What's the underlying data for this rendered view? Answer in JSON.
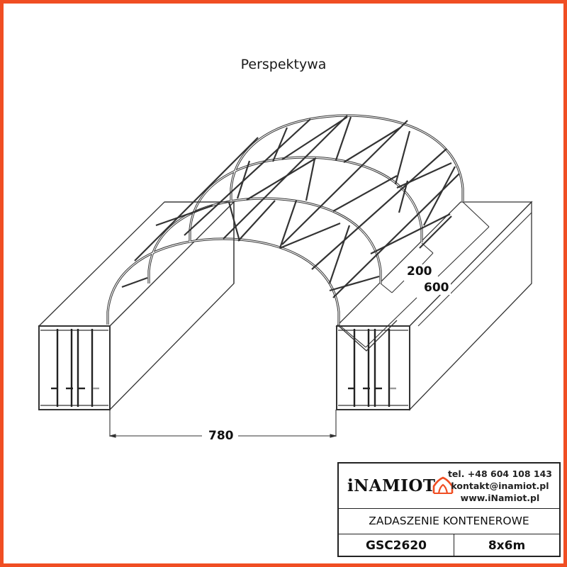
{
  "drawing": {
    "title": "Perspektywa",
    "dimensions": {
      "width": "780",
      "bay_spacing": "200",
      "length": "600"
    }
  },
  "titleblock": {
    "brand": "iNAMIOT",
    "brand_icon": "tent-icon",
    "contact": {
      "phone": "tel. +48 604 108 143",
      "email": "kontakt@inamiot.pl",
      "website": "www.iNamiot.pl"
    },
    "product_name": "ZADASZENIE KONTENEROWE",
    "product_code": "GSC2620",
    "size": "8x6m"
  },
  "colors": {
    "frame_border": "#f04e23",
    "logo_accent": "#f04e23",
    "line": "#333333"
  }
}
